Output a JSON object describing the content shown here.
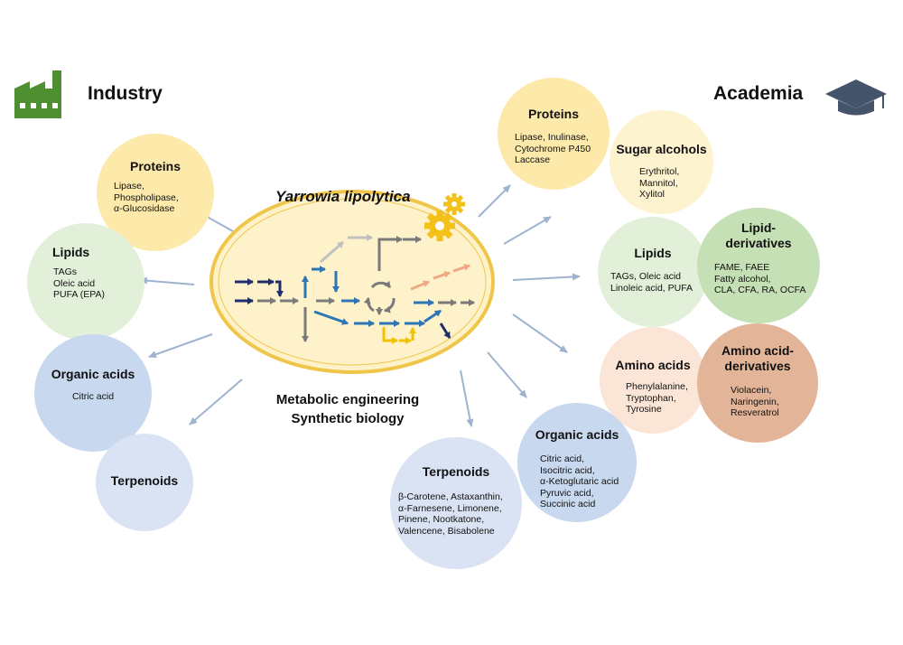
{
  "headings": {
    "industry": "Industry",
    "academia": "Academia"
  },
  "icons": {
    "industry": "factory-icon",
    "academia": "graduation-cap-icon",
    "gears": "gears-icon"
  },
  "colors": {
    "factory": "#4f8f32",
    "cap": "#44546a",
    "gear": "#f3c11a"
  },
  "center": {
    "title": "Yarrowia lipolytica",
    "subtitle_line1": "Metabolic engineering",
    "subtitle_line2": "Synthetic biology"
  },
  "industry": {
    "proteins": {
      "title": "Proteins",
      "items": [
        "Lipase,",
        "Phospholipase,",
        "α-Glucosidase"
      ]
    },
    "lipids": {
      "title": "Lipids",
      "items": [
        "TAGs",
        "Oleic acid",
        "PUFA (EPA)"
      ]
    },
    "organic_acids": {
      "title": "Organic acids",
      "items": [
        "Citric acid"
      ]
    },
    "terpenoids": {
      "title": "Terpenoids"
    }
  },
  "academia": {
    "proteins": {
      "title": "Proteins",
      "items": [
        "Lipase, Inulinase,",
        "Cytochrome P450",
        "Laccase"
      ]
    },
    "sugar_alcohols": {
      "title": "Sugar alcohols",
      "items": [
        "Erythritol,",
        "Mannitol,",
        "Xylitol"
      ]
    },
    "lipids": {
      "title": "Lipids",
      "items": [
        "TAGs, Oleic acid",
        "Linoleic acid, PUFA"
      ]
    },
    "lipid_derivatives": {
      "title_line1": "Lipid-",
      "title_line2": "derivatives",
      "items": [
        "FAME, FAEE",
        "Fatty alcohol,",
        "CLA, CFA, RA, OCFA"
      ]
    },
    "amino_acids": {
      "title": "Amino acids",
      "items": [
        "Phenylalanine,",
        "Tryptophan,",
        "Tyrosine"
      ]
    },
    "amino_acid_derivatives": {
      "title_line1": "Amino acid-",
      "title_line2": "derivatives",
      "items": [
        "Violacein,",
        "Naringenin,",
        "Resveratrol"
      ]
    },
    "organic_acids": {
      "title": "Organic acids",
      "items": [
        "Citric acid,",
        "Isocitric acid,",
        "α-Ketoglutaric acid",
        "Pyruvic acid,",
        "Succinic acid"
      ]
    },
    "terpenoids": {
      "title": "Terpenoids",
      "items": [
        "β-Carotene, Astaxanthin,",
        "α-Farnesene, Limonene,",
        "Pinene, Nootkatone,",
        "Valencene, Bisabolene"
      ]
    }
  }
}
